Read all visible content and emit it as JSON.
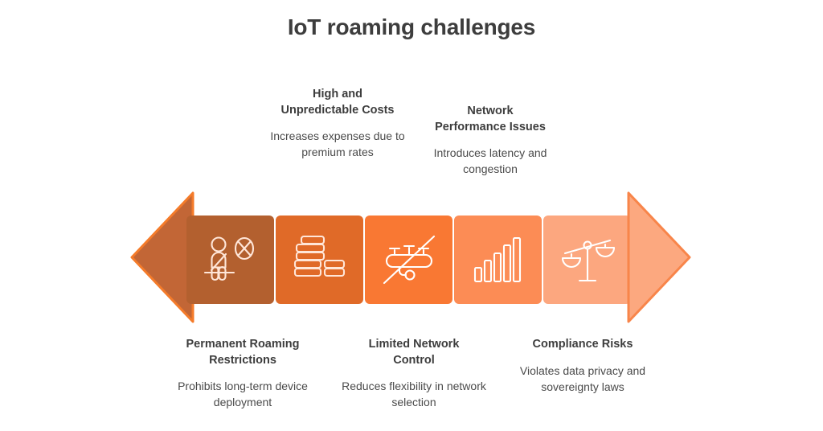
{
  "page": {
    "title": "IoT roaming challenges",
    "background_color": "#ffffff",
    "title_color": "#3d3d3d"
  },
  "diagram": {
    "type": "double-headed-arrow-process",
    "arrow_left": {
      "name": "left-arrow-head",
      "fill": "#c26636",
      "stroke": "#f47b2a"
    },
    "arrow_right": {
      "name": "right-arrow-head",
      "fill": "#fca87f",
      "stroke": "#f8854a"
    },
    "blocks": [
      {
        "id": "permanent-roaming-restrictions",
        "icon": "person-seated-blocked-icon",
        "color": "#b3602f",
        "icon_color": "#ffe9dd"
      },
      {
        "id": "high-unpredictable-costs",
        "icon": "coin-stacks-icon",
        "color": "#e06a28",
        "icon_color": "#ffe9dd"
      },
      {
        "id": "limited-network-control",
        "icon": "router-blocked-icon",
        "color": "#f97833",
        "icon_color": "#ffffff"
      },
      {
        "id": "network-performance-issues",
        "icon": "signal-bars-icon",
        "color": "#fc8c55",
        "icon_color": "#ffffff"
      },
      {
        "id": "compliance-risks",
        "icon": "scales-of-justice-icon",
        "color": "#fca77f",
        "icon_color": "#ffffff"
      }
    ]
  },
  "callouts": {
    "top": [
      {
        "title": "High and\nUnpredictable Costs",
        "title_line1": "High and",
        "title_line2": "Unpredictable Costs",
        "description": "Increases expenses due to premium rates"
      },
      {
        "title": "Network\nPerformance Issues",
        "title_line1": "Network",
        "title_line2": "Performance Issues",
        "description": "Introduces latency and congestion"
      }
    ],
    "bottom": [
      {
        "title_line1": "Permanent Roaming",
        "title_line2": "Restrictions",
        "description": "Prohibits long-term device deployment"
      },
      {
        "title_line1": "Limited Network",
        "title_line2": "Control",
        "description": "Reduces flexibility in network selection"
      },
      {
        "title_line1": "Compliance Risks",
        "title_line2": "",
        "description": "Violates data privacy and sovereignty laws"
      }
    ]
  }
}
